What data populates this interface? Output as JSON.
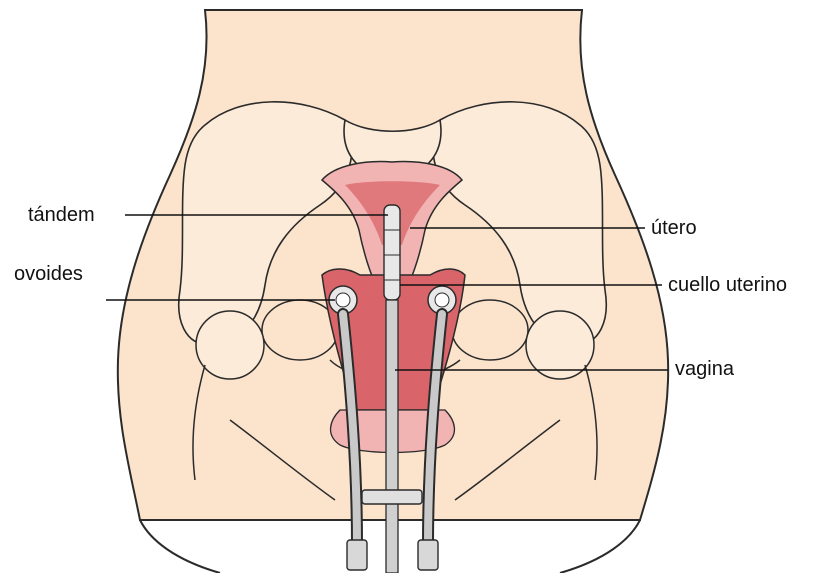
{
  "labels": {
    "tandem": "tándem",
    "ovoides": "ovoides",
    "utero": "útero",
    "cuello": "cuello uterino",
    "vagina": "vagina"
  },
  "colors": {
    "skin": "#fbe3cc",
    "outline": "#2b2b2b",
    "uterus": "#f2b3b3",
    "vagina": "#d9656a",
    "applicator": "#c9c9c9",
    "leader": "#111111"
  }
}
